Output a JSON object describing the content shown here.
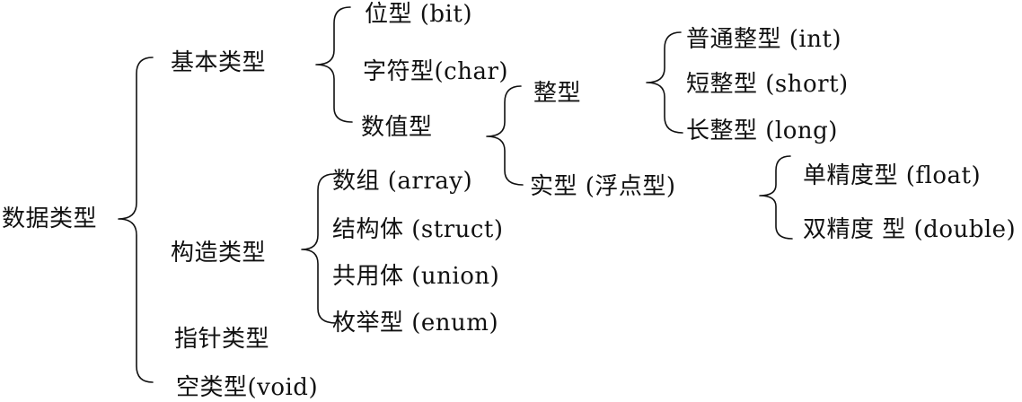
{
  "diagram": {
    "root": "数据类型",
    "basic": {
      "label": "基本类型",
      "bit": "位型 (bit)",
      "char": "字符型(char)",
      "numeric": {
        "label": "数值型",
        "integer": {
          "label": "整型",
          "int": "普通整型 (int)",
          "short": "短整型 (short)",
          "long": "长整型 (long)"
        },
        "real": {
          "label": "实型 (浮点型)",
          "float": "单精度型 (float)",
          "double": "双精度 型 (double)"
        }
      }
    },
    "constructed": {
      "label": "构造类型",
      "array": "数组 (array)",
      "struct": "结构体 (struct)",
      "union": "共用体 (union)",
      "enum": "枚举型 (enum)"
    },
    "pointer": "指针类型",
    "void": "空类型(void)"
  }
}
